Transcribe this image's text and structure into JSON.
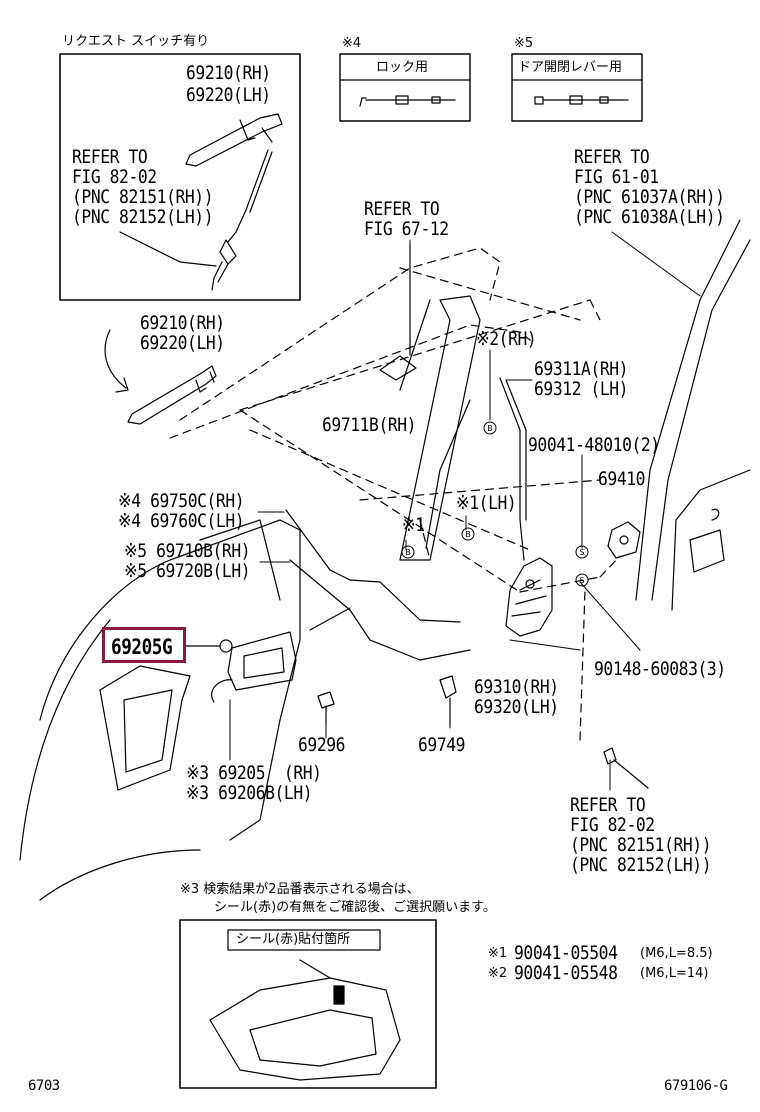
{
  "header": {
    "request_switch": "リクエスト スイッチ有り",
    "note4_mark": "※4",
    "note4_label": "ロック用",
    "note5_mark": "※5",
    "note5_label": "ドア開閉レバー用"
  },
  "inset": {
    "part_rh": "69210(RH)",
    "part_lh": "69220(LH)",
    "refer": [
      "REFER TO",
      "FIG 82-02",
      "(PNC 82151(RH))",
      "(PNC 82152(LH))"
    ]
  },
  "parts": {
    "handle_rh": "69210(RH)",
    "handle_lh": "69220(LH)",
    "refer_67_12": [
      "REFER TO",
      "FIG 67-12"
    ],
    "refer_61_01": [
      "REFER TO",
      "FIG 61-01",
      "(PNC 61037A(RH))",
      "(PNC 61038A(LH))"
    ],
    "rod_rh_mark": "※2(RH)",
    "rod_69311": "69311A(RH)",
    "rod_69312": "69312 (LH)",
    "rod_69711": "69711B(RH)",
    "screw_48010": "90041-48010(2)",
    "part_69410": "69410",
    "cable_69750": "※4 69750C(RH)",
    "cable_69760": "※4 69760C(LH)",
    "mark_1_lh": "※1(LH)",
    "mark_1": "※1",
    "cable_69710": "※5 69710B(RH)",
    "cable_69720": "※5 69720B(LH)",
    "highlight_part": "69205G",
    "screw_60083": "90148-60083(3)",
    "lock_69310": "69310(RH)",
    "lock_69320": "69320(LH)",
    "part_69296": "69296",
    "part_69749": "69749",
    "inner_69205": "※3 69205  (RH)",
    "inner_69206": "※3 69206B(LH)",
    "refer_82_02": [
      "REFER TO",
      "FIG 82-02",
      "(PNC 82151(RH))",
      "(PNC 82152(LH))"
    ],
    "callout_b": "B",
    "callout_s": "S"
  },
  "notes": {
    "note3_line1": "※3 検索結果が2品番表示される場合は、",
    "note3_line2": "シール(赤)の有無をご確認後、ご選択願います。",
    "seal_label": "シール(赤)貼付箇所",
    "screw1_mark": "※1",
    "screw1_num": "90041-05504",
    "screw1_spec": "(M6,L=8.5)",
    "screw2_mark": "※2",
    "screw2_num": "90041-05548",
    "screw2_spec": "(M6,L=14)"
  },
  "footer": {
    "left_code": "6703",
    "right_code": "679106-G"
  },
  "colors": {
    "highlight": "#8b1a3a",
    "line": "#000000"
  }
}
